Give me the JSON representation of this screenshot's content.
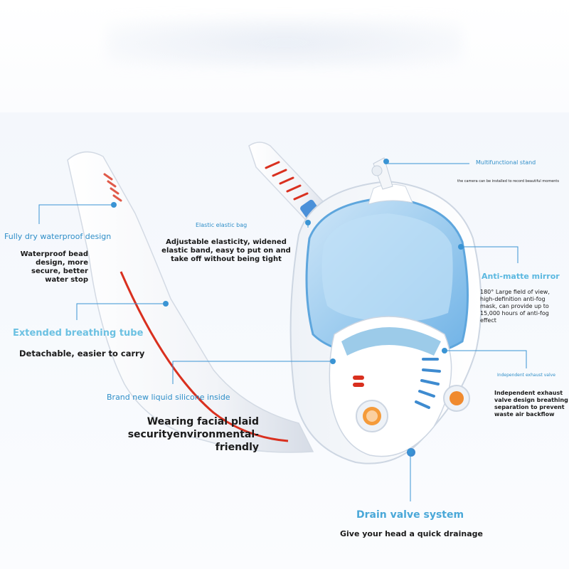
{
  "labels": {
    "waterproof_title": "Fully dry waterproof design",
    "waterproof_desc": "Waterproof bead design, more secure, better water stop",
    "tube_title": "Extended breathing tube",
    "tube_desc": "Detachable, easier to carry",
    "silicone_title": "Brand new liquid silicone inside",
    "facial_text": "Wearing facial plaid securityenvironmental-friendly",
    "elastic_title": "Elastic elastic bag",
    "elastic_desc": "Adjustable elasticity, widened elastic band, easy to put on and take off without being tight",
    "stand_title": "Multifunctional stand",
    "stand_desc": "the camera can be installed to record beautiful moments",
    "mirror_title": "Anti-matte mirror",
    "mirror_desc": "180° Large field of view, high-definition anti-fog mask, can provide up to 15,000 hours of anti-fog effect",
    "exhaust_title": "Independent exhaust valve",
    "exhaust_desc": "Independent exhaust valve design breathing separation to prevent waste air backflow",
    "drain_title": "Drain valve system",
    "drain_desc": "Give your head a quick drainage"
  },
  "colors": {
    "accent_blue": "#2e8ec8",
    "tube_red": "#d9301f",
    "lens_blue": "#6fb2e6",
    "valve_orange": "#f59b3a"
  }
}
